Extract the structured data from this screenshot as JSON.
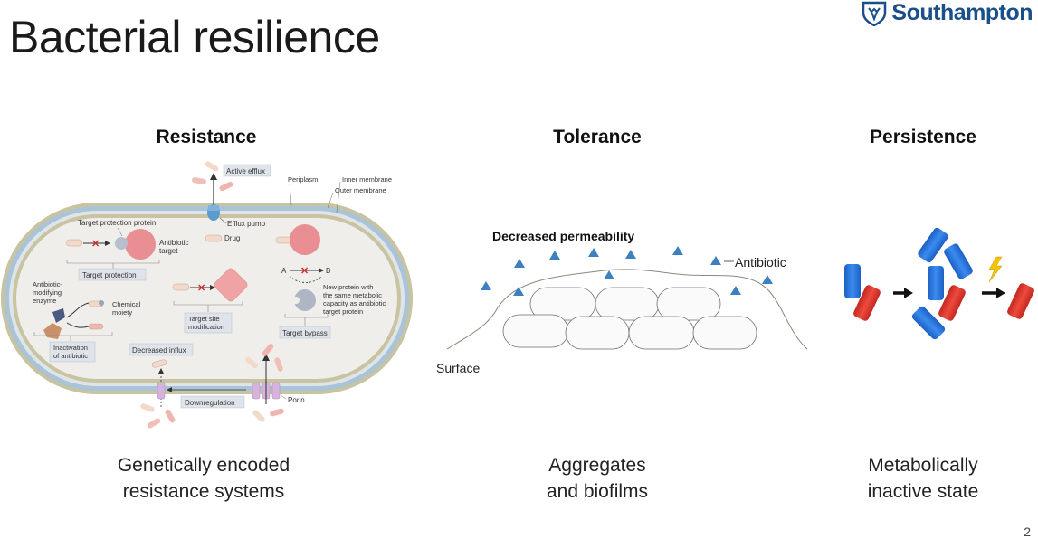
{
  "slide": {
    "title": "Bacterial resilience",
    "logo_text": "Southampton",
    "page_number": "2"
  },
  "columns": [
    {
      "heading": "Resistance",
      "caption_line1": "Genetically encoded",
      "caption_line2": "resistance systems"
    },
    {
      "heading": "Tolerance",
      "caption_line1": "Aggregates",
      "caption_line2": "and biofilms"
    },
    {
      "heading": "Persistence",
      "caption_line1": "Metabolically",
      "caption_line2": "inactive state"
    }
  ],
  "resistance_diagram": {
    "active_efflux": "Active efflux",
    "periplasm": "Periplasm",
    "inner_membrane": "Inner membrane",
    "outer_membrane": "Outer membrane",
    "efflux_pump": "Efflux pump",
    "drug": "Drug",
    "target_protection_protein": "Target protection protein",
    "antibiotic_target_line1": "Antibiotic",
    "antibiotic_target_line2": "target",
    "target_protection": "Target protection",
    "modifying_enzyme_line1": "Antibiotic-",
    "modifying_enzyme_line2": "modifying",
    "modifying_enzyme_line3": "enzyme",
    "chemical_moiety_line1": "Chemical",
    "chemical_moiety_line2": "moiety",
    "inactivation_line1": "Inactivation",
    "inactivation_line2": "of antibiotic",
    "target_site_line1": "Target site",
    "target_site_line2": "modification",
    "new_protein_line1": "New protein with",
    "new_protein_line2": "the same metabolic",
    "new_protein_line3": "capacity as antibiotic",
    "new_protein_line4": "target protein",
    "target_bypass": "Target bypass",
    "pathway_a": "A",
    "pathway_b": "B",
    "decreased_influx": "Decreased influx",
    "downregulation": "Downregulation",
    "porin": "Porin"
  },
  "tolerance_diagram": {
    "decreased_permeability": "Decreased permeability",
    "antibiotic": "Antibiotic",
    "surface": "Surface"
  },
  "colors": {
    "logo_blue": "#1b4f8a",
    "cell_fill": "#efeeeb",
    "membrane_blue": "#a9c3d8",
    "membrane_tan": "#c8c3a0",
    "target_pink": "#e98f93",
    "triangle_blue": "#3d7fbf",
    "persister_blue": "#2a6fd0",
    "persister_red": "#d8322a",
    "bolt_yellow": "#f5c400"
  }
}
